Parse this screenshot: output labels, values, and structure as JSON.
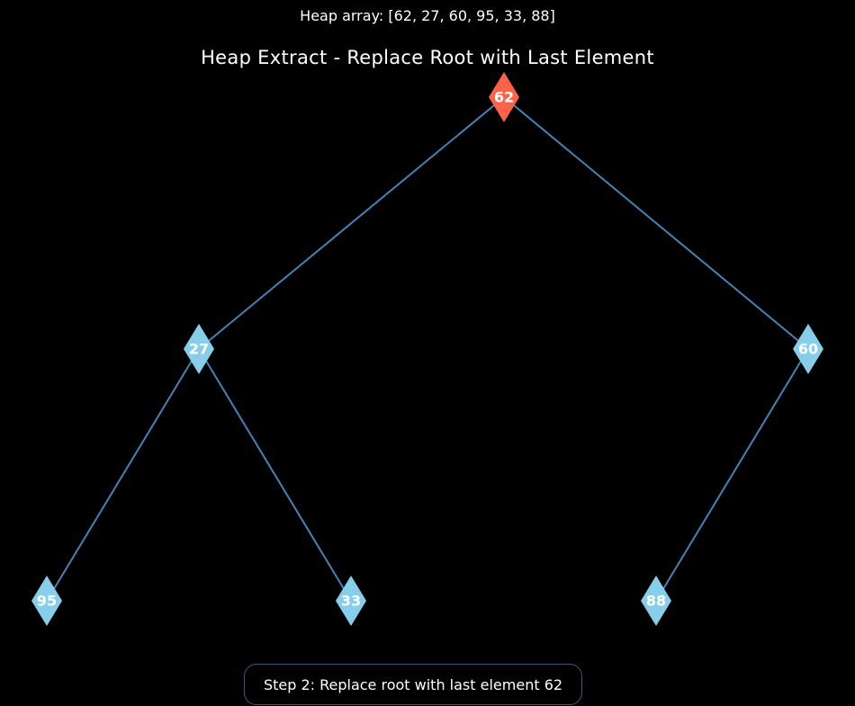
{
  "header": {
    "heap_array_text": "Heap array: [62, 27, 60, 95, 33, 88]"
  },
  "title": "Heap Extract - Replace Root with Last Element",
  "colors": {
    "background": "#000000",
    "edge": "#4682b4",
    "node_default": "#87ceeb",
    "node_highlight": "#ff6347",
    "label": "#ffffff",
    "step_border": "#3d5878"
  },
  "tree": {
    "nodes": [
      {
        "id": "n0",
        "value": "62",
        "highlight": true
      },
      {
        "id": "n1",
        "value": "27",
        "highlight": false
      },
      {
        "id": "n2",
        "value": "60",
        "highlight": false
      },
      {
        "id": "n3",
        "value": "95",
        "highlight": false
      },
      {
        "id": "n4",
        "value": "33",
        "highlight": false
      },
      {
        "id": "n5",
        "value": "88",
        "highlight": false
      }
    ],
    "edges": [
      {
        "from": "n0",
        "to": "n1"
      },
      {
        "from": "n0",
        "to": "n2"
      },
      {
        "from": "n1",
        "to": "n3"
      },
      {
        "from": "n1",
        "to": "n4"
      },
      {
        "from": "n2",
        "to": "n5"
      }
    ]
  },
  "step": {
    "text": "Step 2: Replace root with last element 62"
  }
}
